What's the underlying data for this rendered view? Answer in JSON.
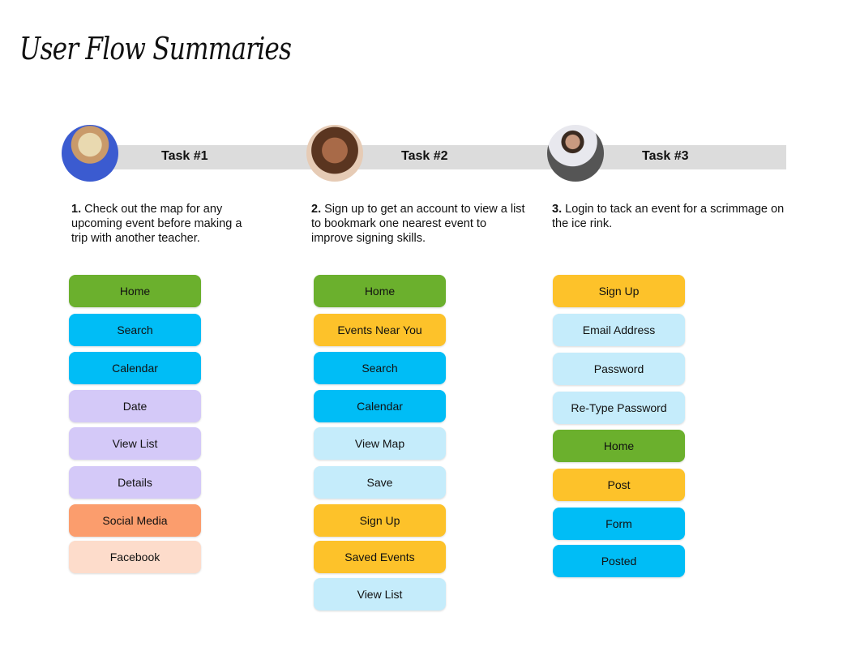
{
  "title": "User Flow Summaries",
  "colors": {
    "green": "#6bb02d",
    "blue": "#00bdf6",
    "purple": "#d4c9f8",
    "orange": "#fb9d6d",
    "peach": "#fddccb",
    "yellow": "#fdc22a",
    "lightblue": "#c5ecfb"
  },
  "tasks": [
    {
      "label": "Task #1",
      "num": "1.",
      "desc": "Check out the map for any upcoming event before making a trip with another teacher.",
      "steps": [
        {
          "label": "Home",
          "color": "green"
        },
        {
          "label": "Search",
          "color": "blue"
        },
        {
          "label": "Calendar",
          "color": "blue"
        },
        {
          "label": "Date",
          "color": "purple"
        },
        {
          "label": "View List",
          "color": "purple"
        },
        {
          "label": "Details",
          "color": "purple"
        },
        {
          "label": "Social Media",
          "color": "orange"
        },
        {
          "label": "Facebook",
          "color": "peach"
        }
      ]
    },
    {
      "label": "Task #2",
      "num": "2.",
      "desc": "Sign up to get an account to view a list to bookmark one nearest event to improve signing skills.",
      "steps": [
        {
          "label": "Home",
          "color": "green"
        },
        {
          "label": "Events Near You",
          "color": "yellow"
        },
        {
          "label": "Search",
          "color": "blue"
        },
        {
          "label": "Calendar",
          "color": "blue"
        },
        {
          "label": "View Map",
          "color": "lightblue"
        },
        {
          "label": "Save",
          "color": "lightblue"
        },
        {
          "label": "Sign Up",
          "color": "yellow"
        },
        {
          "label": "Saved Events",
          "color": "yellow"
        },
        {
          "label": "View List",
          "color": "lightblue"
        }
      ]
    },
    {
      "label": "Task #3",
      "num": "3.",
      "desc": "Login to tack an event for a scrimmage on the ice rink.",
      "steps": [
        {
          "label": "Sign Up",
          "color": "yellow"
        },
        {
          "label": "Email Address",
          "color": "lightblue"
        },
        {
          "label": "Password",
          "color": "lightblue"
        },
        {
          "label": "Re-Type Password",
          "color": "lightblue"
        },
        {
          "label": "Home",
          "color": "green"
        },
        {
          "label": "Post",
          "color": "yellow"
        },
        {
          "label": "Form",
          "color": "blue"
        },
        {
          "label": "Posted",
          "color": "blue"
        }
      ]
    }
  ]
}
